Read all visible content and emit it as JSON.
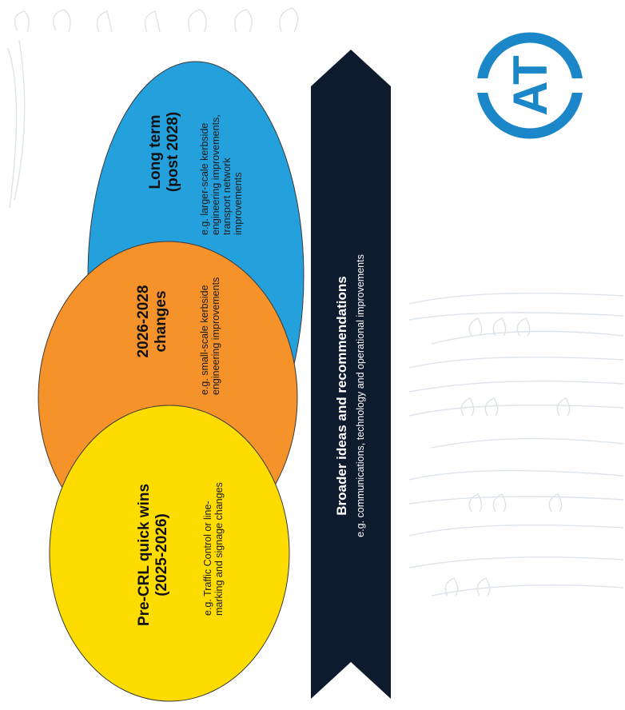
{
  "diagram": {
    "stages": [
      {
        "id": "long-term",
        "title": "Long term",
        "subtitle": "(post 2028)",
        "description_lines": [
          "e.g. larger-scale kerbside",
          "engineering improvements,",
          "transport network",
          "improvements"
        ],
        "color": "#24A0DC"
      },
      {
        "id": "mid-term",
        "title": "2026-2028",
        "subtitle": "changes",
        "description_lines": [
          "e.g. small-scale kerbside",
          "engineering improvements"
        ],
        "color": "#F5922A"
      },
      {
        "id": "quick-wins",
        "title": "Pre-CRL quick wins",
        "subtitle": "(2025-2026)",
        "description_lines": [
          "e.g. Traffic Control or line-",
          "marking and signage changes"
        ],
        "color": "#FEDC00"
      }
    ],
    "banner": {
      "title": "Broader ideas and recommendations",
      "subtitle": "e.g. communications, technology and operational improvements",
      "color": "#0E1A2E"
    }
  },
  "logo": {
    "text": "AT",
    "color": "#1B87C9"
  },
  "colors": {
    "ellipse_outline": "#3A3A3A",
    "background_pattern": "#DDE3EA"
  }
}
